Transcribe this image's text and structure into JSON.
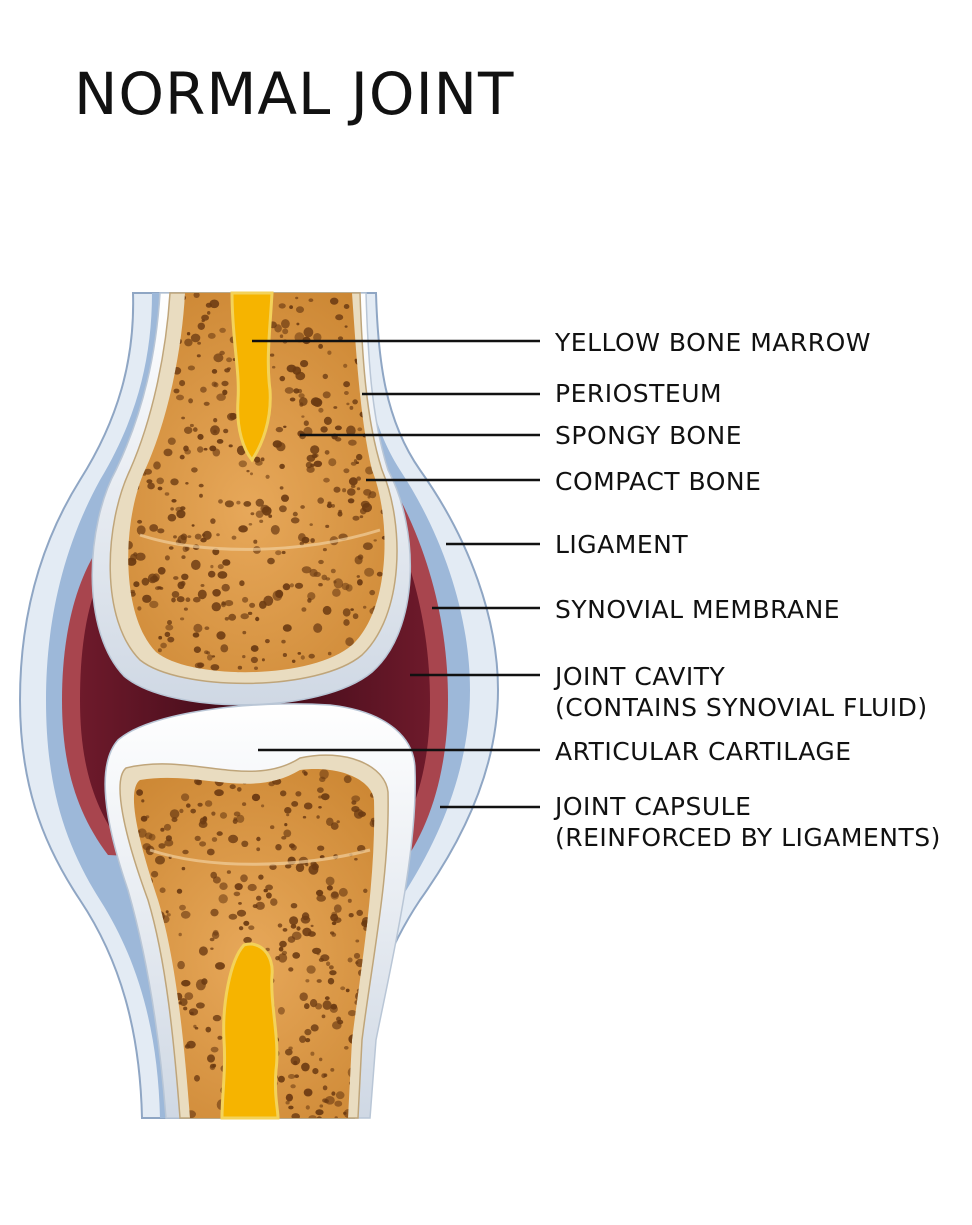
{
  "title": "NORMAL JOINT",
  "labels": [
    {
      "name": "label-yellow-bone-marrow",
      "lines": [
        "YELLOW BONE MARROW"
      ]
    },
    {
      "name": "label-periosteum",
      "lines": [
        "PERIOSTEUM"
      ]
    },
    {
      "name": "label-spongy-bone",
      "lines": [
        "SPONGY BONE"
      ]
    },
    {
      "name": "label-compact-bone",
      "lines": [
        "COMPACT BONE"
      ]
    },
    {
      "name": "label-ligament",
      "lines": [
        "LIGAMENT"
      ]
    },
    {
      "name": "label-synovial-membrane",
      "lines": [
        "SYNOVIAL MEMBRANE"
      ]
    },
    {
      "name": "label-joint-cavity",
      "lines": [
        "JOINT CAVITY",
        "(CONTAINS SYNOVIAL FLUID)"
      ]
    },
    {
      "name": "label-articular-cartilage",
      "lines": [
        "ARTICULAR CARTILAGE"
      ]
    },
    {
      "name": "label-joint-capsule",
      "lines": [
        "JOINT CAPSULE",
        "(REINFORCED BY LIGAMENTS)"
      ]
    }
  ],
  "colors": {
    "capsule_outer": "#dde7f2",
    "capsule_inner": "#9ab7d8",
    "synovial_membrane": "#a8454e",
    "joint_cavity": "#5a1424",
    "cartilage": "#eef2f7",
    "compact_bone": "#e9dcc0",
    "spongy_bone": "#d99a4e",
    "marrow": "#f6b400",
    "pores": "#6b3a12",
    "leader_line": "#111111"
  }
}
